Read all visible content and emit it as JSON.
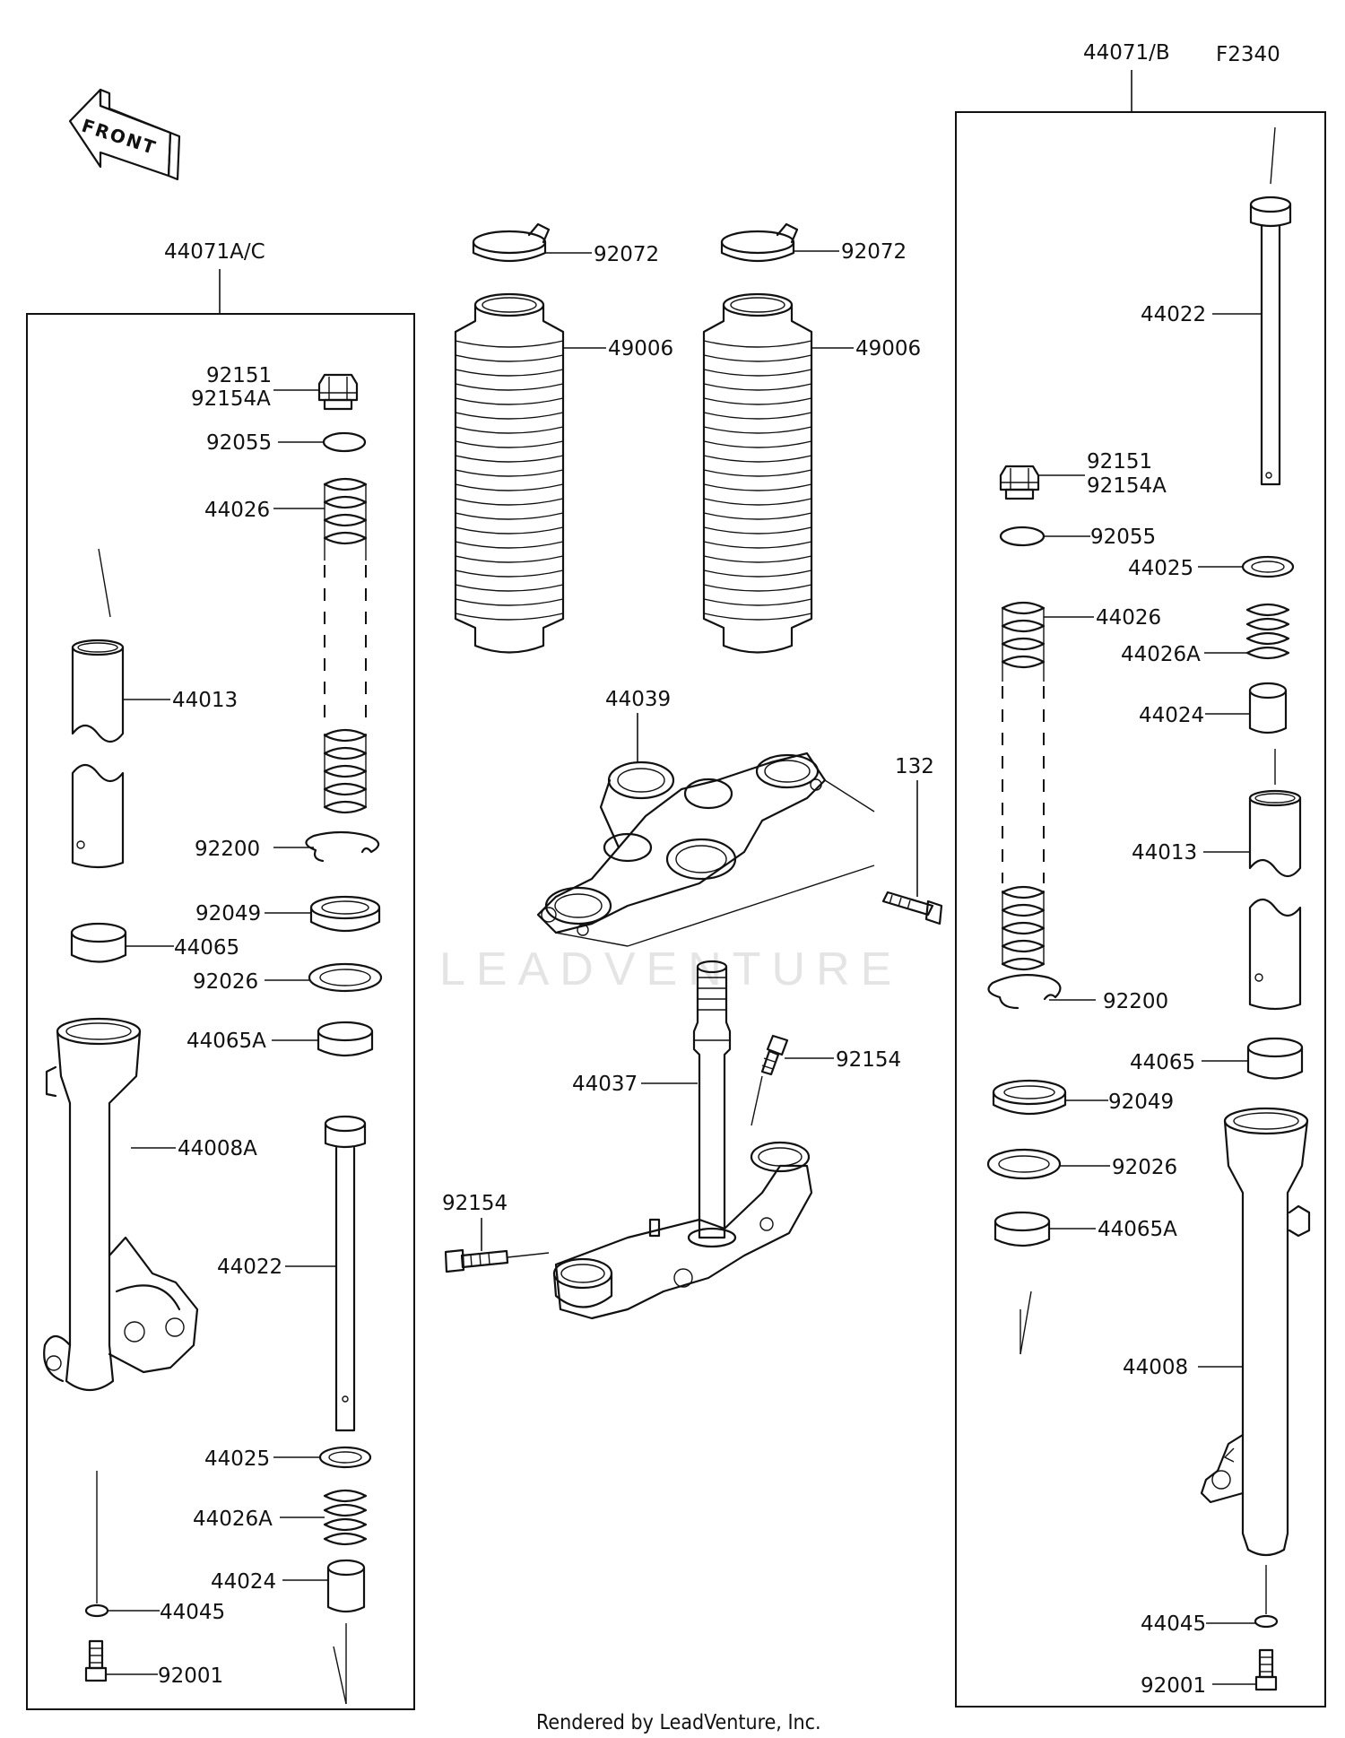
{
  "figure_code": "F2340",
  "watermark": "LEADVENTURE",
  "footer": "Rendered by LeadVenture, Inc.",
  "front_arrow_text": "FRONT",
  "assemblies": {
    "left": "44071A/C",
    "right": "44071/B"
  },
  "labels": {
    "l_92151": "92151",
    "l_92154A": "92154A",
    "l_92055": "92055",
    "l_44026": "44026",
    "l_44013": "44013",
    "l_92200": "92200",
    "l_92049": "92049",
    "l_44065": "44065",
    "l_92026": "92026",
    "l_44065A": "44065A",
    "l_44008A": "44008A",
    "l_44022": "44022",
    "l_44025": "44025",
    "l_44026A": "44026A",
    "l_44024": "44024",
    "l_44045": "44045",
    "l_92001": "92001",
    "c_92072a": "92072",
    "c_92072b": "92072",
    "c_49006a": "49006",
    "c_49006b": "49006",
    "c_44039": "44039",
    "c_132": "132",
    "c_92154a": "92154",
    "c_44037": "44037",
    "c_92154b": "92154",
    "r_44022": "44022",
    "r_92151": "92151",
    "r_92154A": "92154A",
    "r_92055": "92055",
    "r_44025": "44025",
    "r_44026": "44026",
    "r_44026A": "44026A",
    "r_44024": "44024",
    "r_44013": "44013",
    "r_92200": "92200",
    "r_44065": "44065",
    "r_92049": "92049",
    "r_92026": "92026",
    "r_44065A": "44065A",
    "r_44008": "44008",
    "r_44045": "44045",
    "r_92001": "92001"
  }
}
